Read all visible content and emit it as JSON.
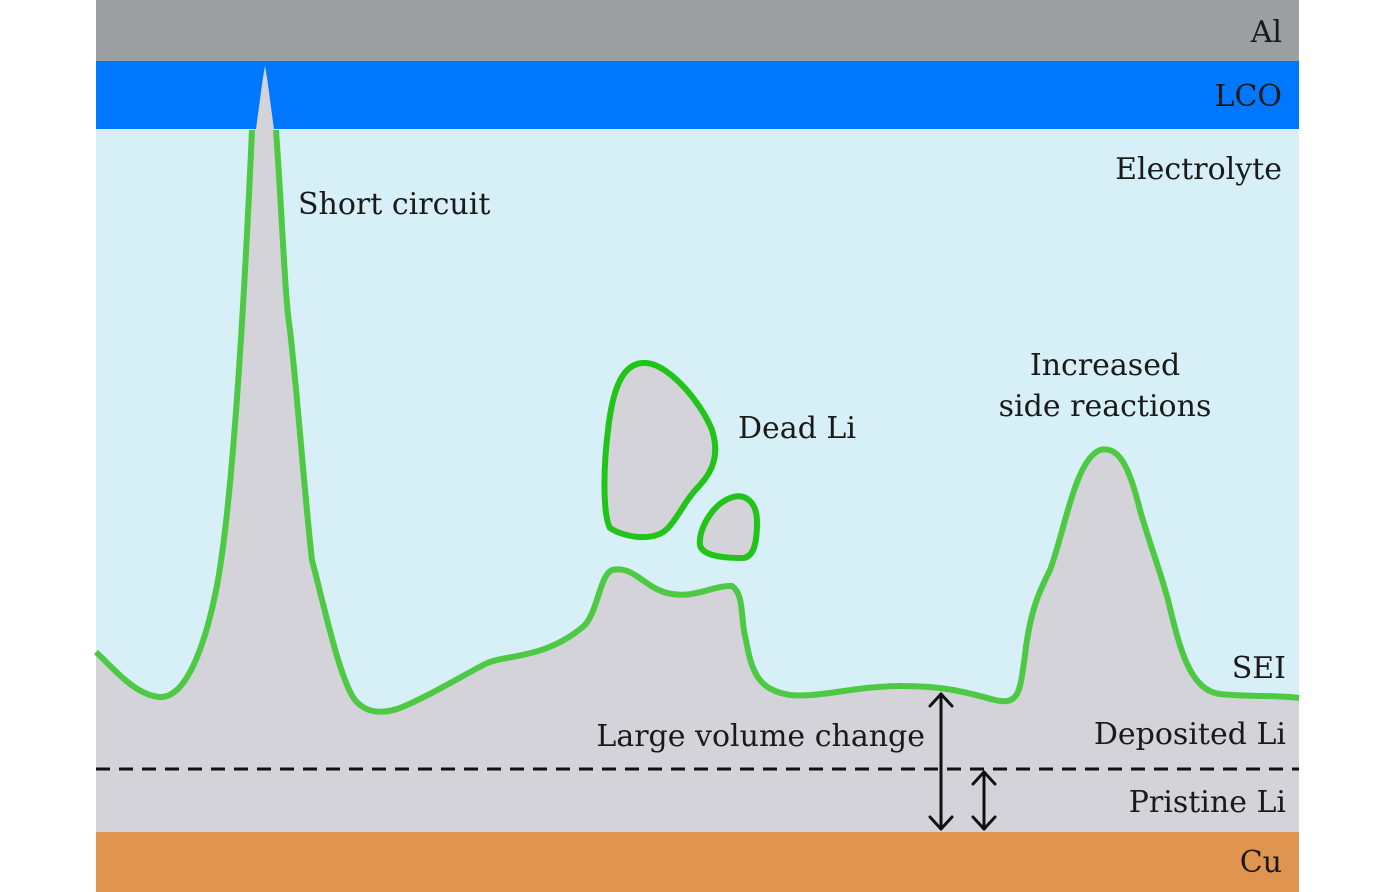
{
  "layers": {
    "al": "Al",
    "lco": "LCO",
    "electrolyte": "Electrolyte",
    "sei": "SEI",
    "deposited_li": "Deposited Li",
    "pristine_li": "Pristine Li",
    "cu": "Cu"
  },
  "annotations": {
    "short_circuit": "Short circuit",
    "dead_li": "Dead Li",
    "side_reactions_line1": "Increased",
    "side_reactions_line2": "side reactions",
    "volume_change": "Large volume change"
  },
  "colors": {
    "al": "#9b9fa2",
    "lco": "#0077ff",
    "electrolyte": "#d7f0f8",
    "lithium": "#d4d3d9",
    "sei": "#4ec944",
    "dead_li_outline": "#22c41a",
    "cu": "#df954f"
  }
}
